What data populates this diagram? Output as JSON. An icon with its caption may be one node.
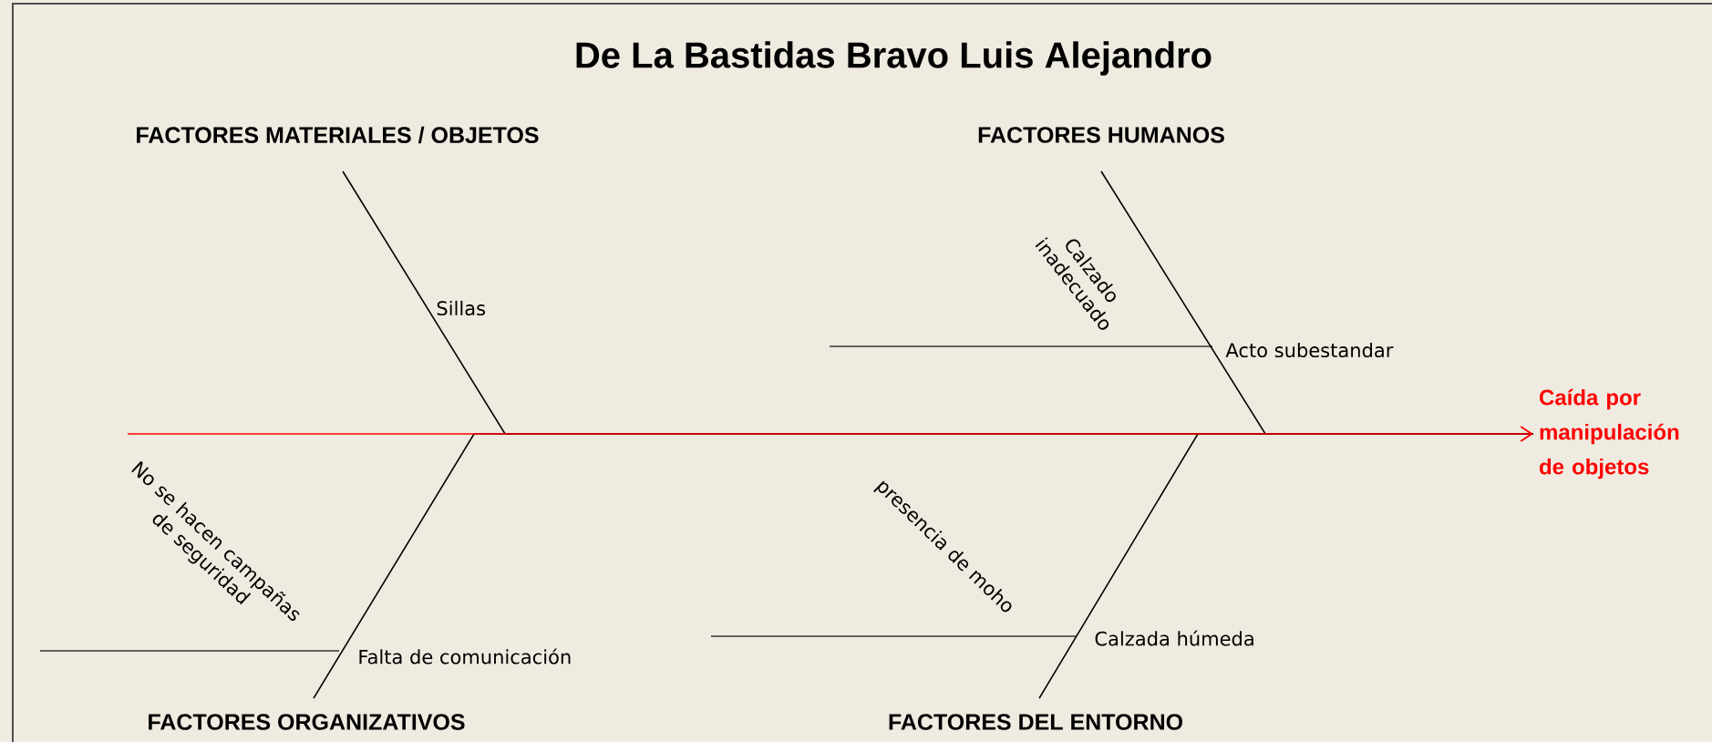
{
  "diagram": {
    "title": "De La Bastidas Bravo Luis Alejandro",
    "nodes": [
      {
        "text": [
          "FACTORES MATERIALES / OBJETOS"
        ]
      },
      {
        "text": [
          "FACTORES HUMANOS"
        ]
      },
      {
        "text": [
          "FACTORES ORGANIZATIVOS"
        ]
      },
      {
        "text": [
          "FACTORES DEL ENTORNO"
        ]
      },
      {
        "text": [
          "Caída por manipulación de objetos"
        ]
      }
    ],
    "edges": [
      {
        "from": null,
        "to": 4,
        "arrow": "to",
        "color": "#ff0000"
      },
      {
        "from": 0,
        "to": 4,
        "arrow": "none"
      },
      {
        "from": 1,
        "to": 4,
        "arrow": "none"
      },
      {
        "from": 2,
        "to": 4,
        "arrow": "none"
      },
      {
        "from": 3,
        "to": 4,
        "arrow": "none"
      }
    ],
    "labels": [
      "Sillas",
      "Calzado inadecuado",
      "Acto subestandar",
      "No se hacen campañas de seguridad",
      "Falta de comunicación",
      "presencia de moho",
      "Calzada húmeda"
    ]
  }
}
